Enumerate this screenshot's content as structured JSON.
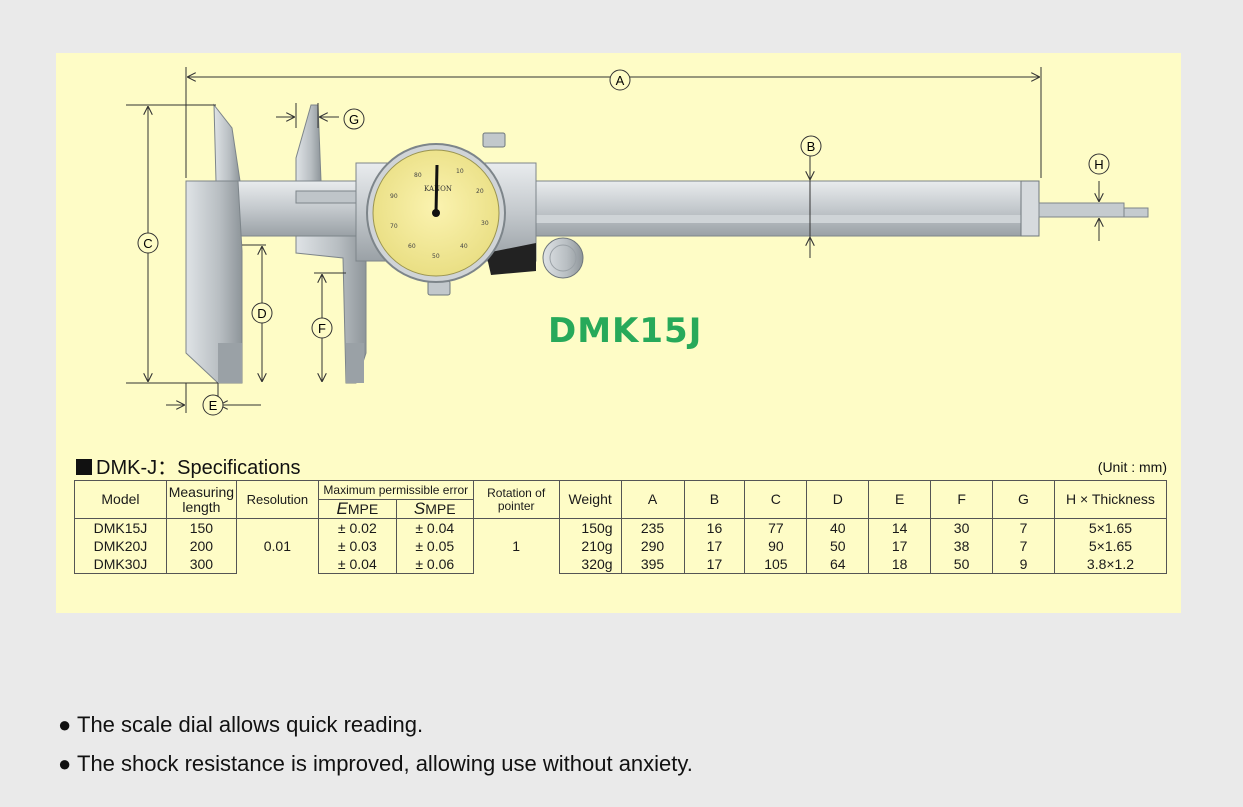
{
  "diagram": {
    "dimension_labels": [
      "A",
      "B",
      "C",
      "D",
      "E",
      "F",
      "G",
      "H"
    ],
    "model_label": "DMK15J",
    "dial_brand": "KANON",
    "accent_color": "#27a95a"
  },
  "specs": {
    "heading": "DMK-J：Specifications",
    "unit": "(Unit : mm)",
    "headers": {
      "model": "Model",
      "length_1": "Measuring",
      "length_2": "length",
      "resolution": "Resolution",
      "error": "Maximum permissible error",
      "empe_letter": "E",
      "empe_sub": "MPE",
      "smpe_letter": "S",
      "smpe_sub": "MPE",
      "rotation_1": "Rotation of",
      "rotation_2": "pointer",
      "weight": "Weight",
      "a": "A",
      "b": "B",
      "c": "C",
      "d": "D",
      "e": "E",
      "f": "F",
      "g": "G",
      "h": "H × Thickness"
    },
    "resolution": "0.01",
    "rotation": "1",
    "rows": [
      {
        "model": "DMK15J",
        "length": "150",
        "empe": "± 0.02",
        "smpe": "± 0.04",
        "weight": "150g",
        "a": "235",
        "b": "16",
        "c": "77",
        "d": "40",
        "e": "14",
        "f": "30",
        "g": "7",
        "h": "5×1.65"
      },
      {
        "model": "DMK20J",
        "length": "200",
        "empe": "± 0.03",
        "smpe": "± 0.05",
        "weight": "210g",
        "a": "290",
        "b": "17",
        "c": "90",
        "d": "50",
        "e": "17",
        "f": "38",
        "g": "7",
        "h": "5×1.65"
      },
      {
        "model": "DMK30J",
        "length": "300",
        "empe": "± 0.04",
        "smpe": "± 0.06",
        "weight": "320g",
        "a": "395",
        "b": "17",
        "c": "105",
        "d": "64",
        "e": "18",
        "f": "50",
        "g": "9",
        "h": "3.8×1.2"
      }
    ]
  },
  "features": [
    "● The  scale dial allows quick reading.",
    "● The shock resistance is improved, allowing use without anxiety."
  ]
}
